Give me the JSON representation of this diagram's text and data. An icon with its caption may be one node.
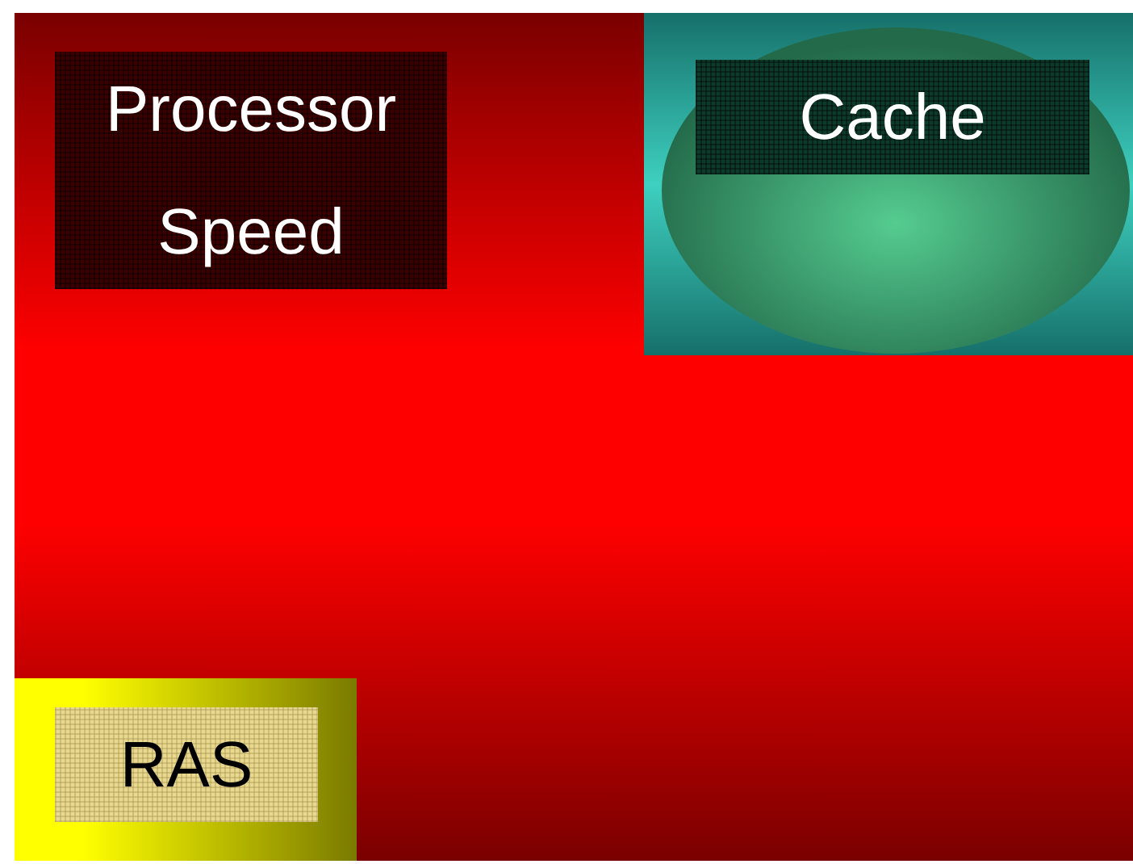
{
  "diagram": {
    "nodes": [
      {
        "text": [],
        "shape": "box"
      },
      {
        "text": [
          "Processor Speed"
        ],
        "in": 0
      },
      {
        "text": [],
        "shape": "box",
        "in": 0
      },
      {
        "text": [],
        "shape": "ellipse",
        "in": 2
      },
      {
        "text": [
          "Cache"
        ],
        "in": 3
      },
      {
        "text": [],
        "shape": "box",
        "in": 0
      },
      {
        "text": [
          "RAS"
        ],
        "in": 5
      }
    ]
  }
}
